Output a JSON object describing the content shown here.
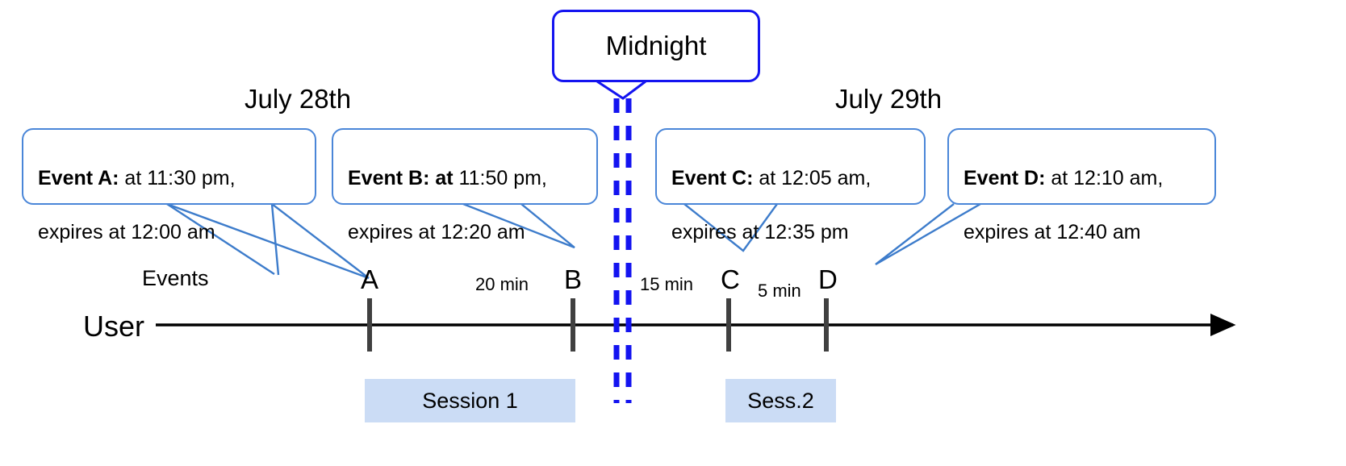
{
  "diagram": {
    "title": "Event expiry across midnight session timeline",
    "colors": {
      "callout_border": "#4A86D8",
      "midnight_border": "#1414F0",
      "midnight_dash": "#1414F0",
      "session_fill": "#CBDCF5",
      "axis": "#000000",
      "tick": "#404040"
    }
  },
  "midnight": {
    "label": "Midnight"
  },
  "dates": [
    {
      "label": "July 28th"
    },
    {
      "label": "July 29th"
    }
  ],
  "axis": {
    "row_label_events": "Events",
    "row_label_user": "User"
  },
  "callouts": [
    {
      "id": "event-a",
      "bold": "Event A:",
      "rest": " at 11:30 pm,",
      "line2": "expires at 12:00 am"
    },
    {
      "id": "event-b",
      "bold": "Event B: at",
      "rest": " 11:50 pm,",
      "line2": "expires at 12:20 am"
    },
    {
      "id": "event-c",
      "bold": "Event C:",
      "rest": " at 12:05 am,",
      "line2": "expires at 12:35 pm"
    },
    {
      "id": "event-d",
      "bold": "Event D:",
      "rest": "  at 12:10 am,",
      "line2": "expires at 12:40 am"
    }
  ],
  "events": [
    {
      "letter": "A"
    },
    {
      "letter": "B"
    },
    {
      "letter": "C"
    },
    {
      "letter": "D"
    }
  ],
  "gaps": [
    {
      "label": "20 min"
    },
    {
      "label": "15 min"
    },
    {
      "label": "5 min"
    }
  ],
  "sessions": [
    {
      "label": "Session 1"
    },
    {
      "label": "Sess.2"
    }
  ]
}
